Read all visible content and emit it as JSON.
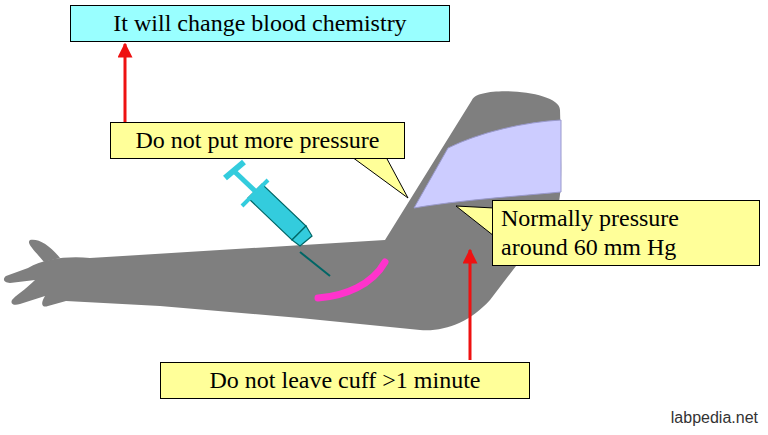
{
  "diagram": {
    "nodes": [
      {
        "text": [
          "It will change blood chemistry"
        ]
      },
      {
        "text": [
          "Do not put more pressure"
        ]
      },
      {
        "text": [
          "Normally pressure around 60 mm Hg"
        ]
      },
      {
        "text": [
          "Do not leave cuff >1 minute"
        ]
      }
    ],
    "edges": [
      {
        "from": 1,
        "to": 0,
        "arrow": "to"
      }
    ],
    "labels": [
      "labpedia.net"
    ]
  }
}
